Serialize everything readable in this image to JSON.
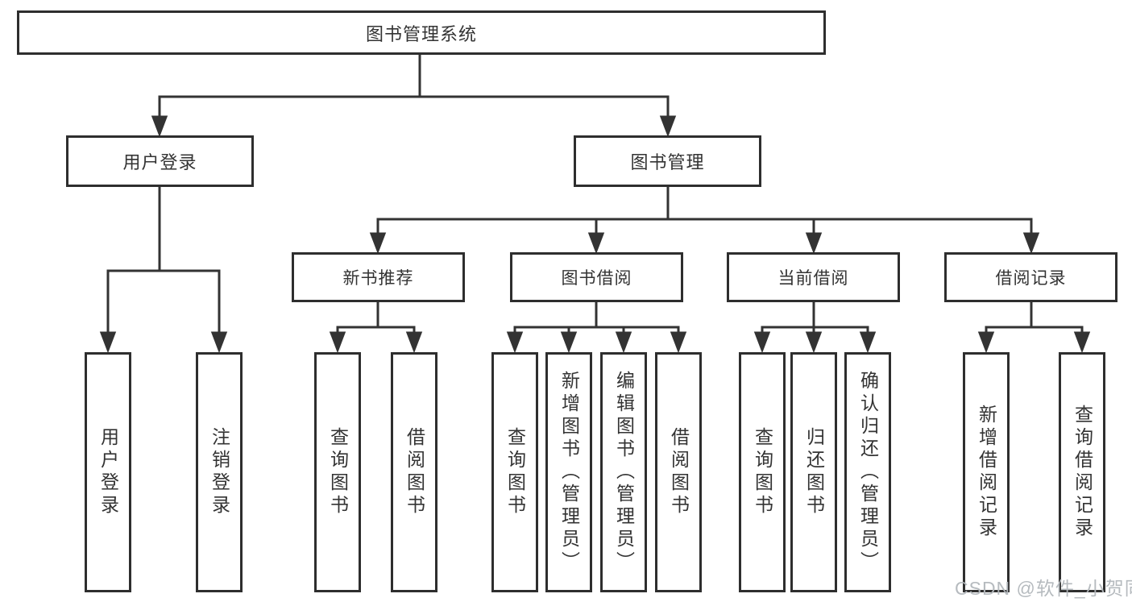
{
  "diagram": {
    "root": {
      "label": "图书管理系统"
    },
    "branches": [
      {
        "label": "用户登录",
        "children": [
          {
            "label": "用户登录"
          },
          {
            "label": "注销登录"
          }
        ]
      },
      {
        "label": "图书管理",
        "children": [
          {
            "label": "新书推荐",
            "children": [
              {
                "label": "查询图书"
              },
              {
                "label": "借阅图书"
              }
            ]
          },
          {
            "label": "图书借阅",
            "children": [
              {
                "label": "查询图书"
              },
              {
                "label": "新增图书（管理员）"
              },
              {
                "label": "编辑图书（管理员）"
              },
              {
                "label": "借阅图书"
              }
            ]
          },
          {
            "label": "当前借阅",
            "children": [
              {
                "label": "查询图书"
              },
              {
                "label": "归还图书"
              },
              {
                "label": "确认归还（管理员）"
              }
            ]
          },
          {
            "label": "借阅记录",
            "children": [
              {
                "label": "新增借阅记录"
              },
              {
                "label": "查询借阅记录"
              }
            ]
          }
        ]
      }
    ]
  },
  "watermark": {
    "text": "CSDN @软件_小贺同学"
  },
  "colors": {
    "line": "#333333",
    "box_border": "#2e2e2e",
    "text": "#333333",
    "background": "#ffffff",
    "watermark": "#b2b7bc"
  }
}
